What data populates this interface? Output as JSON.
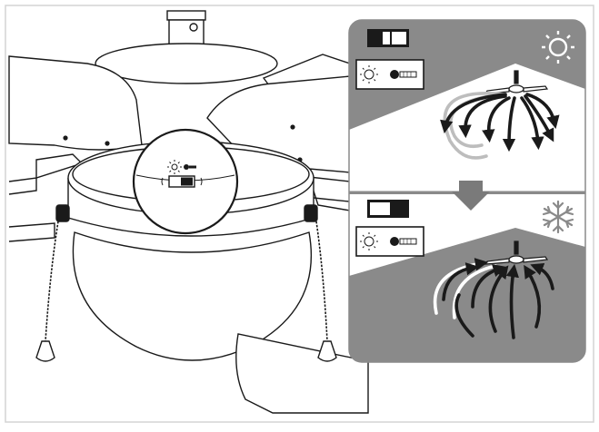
{
  "figure": {
    "frame_color": "#d4d4d4",
    "panel_gray": "#8a8a8a",
    "panel_white": "#ffffff",
    "line_color": "#1a1a1a",
    "arrow_dark": "#1a1a1a",
    "arrow_light": "#bdbdbd",
    "arrow_down_color": "#7a7a7a"
  },
  "illustration": {
    "ceiling_fan": "ceiling-fan-with-light-kit",
    "switch_callout": "reverse-switch-magnified",
    "pull_chains": 2
  },
  "panels": {
    "summer": {
      "mode_icon": "sun-icon",
      "switch_state": "right",
      "airflow": "downward"
    },
    "transition_icon": "arrow-down-icon",
    "winter": {
      "mode_icon": "snowflake-icon",
      "switch_state": "left",
      "airflow": "upward"
    }
  }
}
